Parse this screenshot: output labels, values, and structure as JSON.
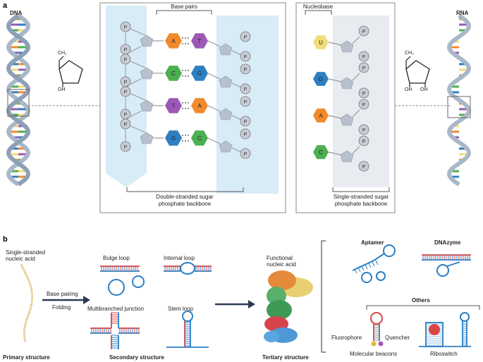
{
  "panel_a": {
    "letter": "a",
    "dna_label": "DNA",
    "rna_label": "RNA",
    "sugar_dna": {
      "ch2": "CH₂",
      "oh": "OH"
    },
    "sugar_rna": {
      "ch2": "CH₂",
      "oh1": "OH",
      "oh2": "OH"
    },
    "base_pairs_label": "Base pairs",
    "nucleobase_label": "Nucleobase",
    "double_backbone_label": [
      "Double-stranded sugar",
      "phosphate backbone"
    ],
    "single_backbone_label": [
      "Single-stranded sugar",
      "phosphate backbone"
    ],
    "phosphate": "P",
    "dna_pairs": [
      [
        "A",
        "T"
      ],
      [
        "C",
        "G"
      ],
      [
        "T",
        "A"
      ],
      [
        "G",
        "C"
      ]
    ],
    "rna_bases": [
      "U",
      "G",
      "A",
      "C"
    ],
    "colors": {
      "A": "#f08a2c",
      "T": "#9b59b6",
      "C": "#4caf50",
      "G": "#2e7fc1",
      "U": "#f0dc7a",
      "backbone_fill": "#d8ecf7",
      "rna_backbone_fill": "#e8ecf0"
    }
  },
  "panel_b": {
    "letter": "b",
    "ss_nucleic_acid": [
      "Single-stranded",
      "nucleic acid"
    ],
    "base_pairing": "Base pairing",
    "folding": "Folding",
    "bulge_loop": "Bulge loop",
    "internal_loop": "Internal loop",
    "multibranched_junction": "Multibranched junction",
    "stem_loop": "Stem loop",
    "functional_na": [
      "Functional",
      "nucleic acid"
    ],
    "primary": "Primary structure",
    "secondary": "Secondary structure",
    "tertiary": "Tertiary structure",
    "aptamer": "Aptamer",
    "dnazyme": "DNAzyme",
    "others": "Others",
    "fluorophore": "Fluorophore",
    "quencher": "Quencher",
    "molecular_beacons": "Molecular beacons",
    "riboswitch": "Riboswitch"
  }
}
